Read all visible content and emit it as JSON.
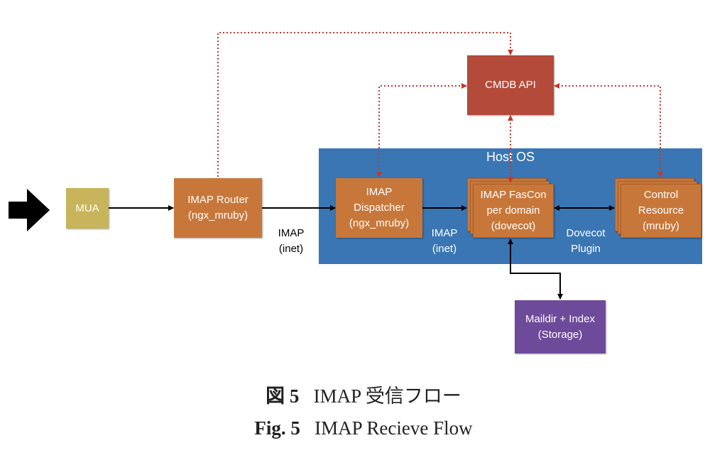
{
  "diagram": {
    "host_os_label": "Host OS",
    "nodes": {
      "mua": "MUA",
      "imap_router": "IMAP Router\n(ngx_mruby)",
      "imap_dispatcher": "IMAP\nDispatcher\n(ngx_mruby)",
      "imap_fascon": "IMAP FasCon\nper domain\n(dovecot)",
      "control_resource": "Control\nResource\n(mruby)",
      "cmdb_api": "CMDB API",
      "maildir": "Maildir + Index\n(Storage)"
    },
    "edge_labels": {
      "router_to_dispatcher": "IMAP\n(inet)",
      "dispatcher_to_fascon": "IMAP\n(inet)",
      "fascon_to_control": "Dovecot\nPlugin"
    },
    "colors": {
      "mua": "#c8b45a",
      "orange": "#c8773a",
      "cmdb": "#b34a3a",
      "storage": "#6e4a9a",
      "host_os": "#3a76b3",
      "dotted_link": "#c0392b"
    }
  },
  "caption": {
    "ja_prefix": "図 5",
    "ja_text": "IMAP 受信フロー",
    "en_prefix": "Fig. 5",
    "en_text": "IMAP Recieve Flow"
  }
}
